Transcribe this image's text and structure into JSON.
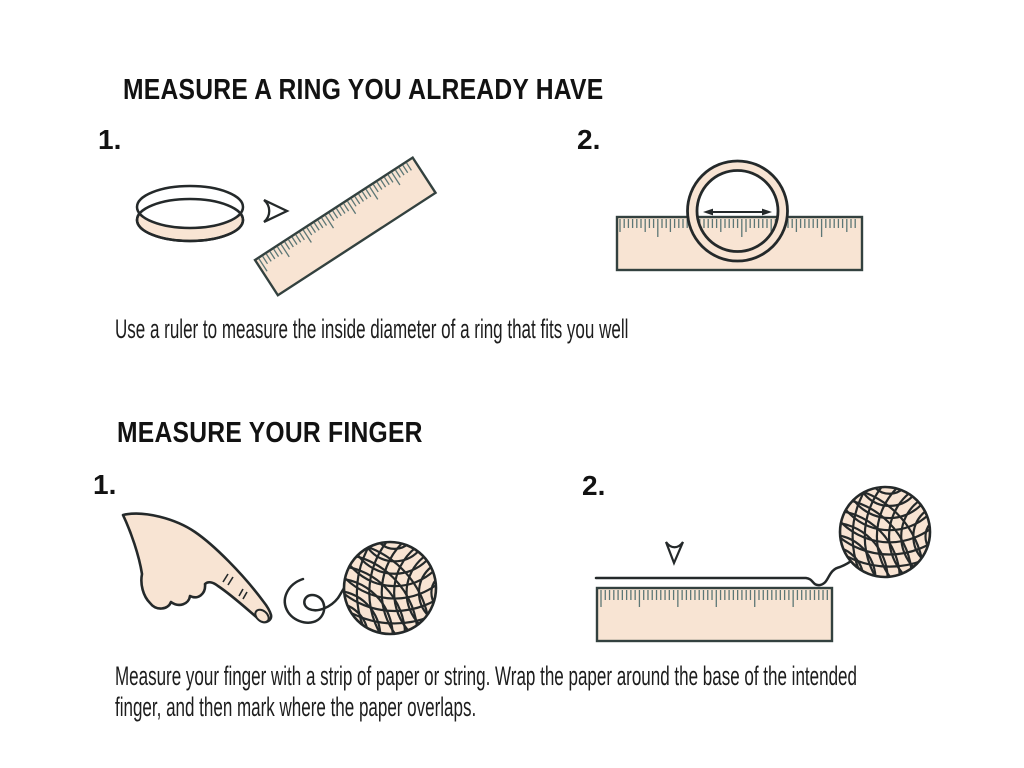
{
  "colors": {
    "background": "#ffffff",
    "text": "#121212",
    "illustration_fill": "#f8e4d3",
    "illustration_outline": "#24292a",
    "ruler_outline": "#33413f",
    "tick": "#5d7776"
  },
  "sections": [
    {
      "heading": "MEASURE A RING YOU ALREADY HAVE",
      "steps": [
        {
          "label": "1.",
          "illustrations": [
            "ring-band-icon",
            "cursor-arrow-icon",
            "ruler-icon"
          ]
        },
        {
          "label": "2.",
          "illustrations": [
            "ring-on-ruler-icon",
            "diameter-arrow-icon"
          ]
        }
      ],
      "caption_lines": [
        "Use a ruler to measure the inside diameter of a ring that fits you well"
      ]
    },
    {
      "heading": "MEASURE YOUR FINGER",
      "steps": [
        {
          "label": "1.",
          "illustrations": [
            "pointing-hand-icon",
            "string-loop-icon",
            "yarn-ball-icon"
          ]
        },
        {
          "label": "2.",
          "illustrations": [
            "down-arrow-icon",
            "string-icon",
            "ruler-icon",
            "yarn-ball-icon"
          ]
        }
      ],
      "caption_lines": [
        "Measure your finger with a strip of paper or string. Wrap the paper around the base of the intended",
        "finger, and then mark where the paper overlaps."
      ]
    }
  ]
}
